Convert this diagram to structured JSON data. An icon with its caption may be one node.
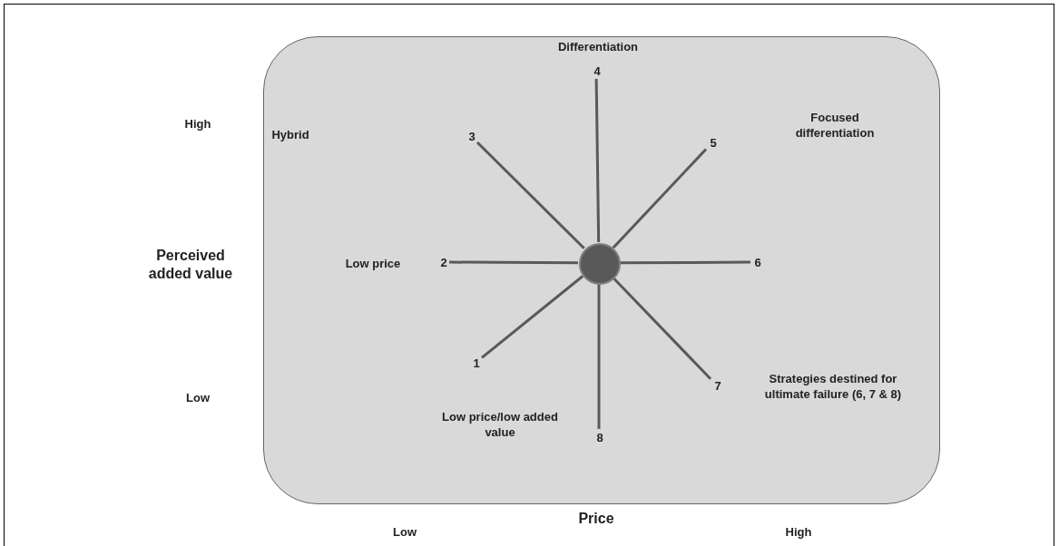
{
  "diagram": {
    "nodes": [
      {
        "text": [],
        "shape": "box"
      },
      {
        "text": [],
        "shape": "circle",
        "in": 0
      },
      {
        "text": [
          "1"
        ],
        "in": 0,
        "beside": [
          "Low price/low added value"
        ]
      },
      {
        "text": [
          "2"
        ],
        "in": 0,
        "beside": [
          "Low price"
        ]
      },
      {
        "text": [
          "3"
        ],
        "in": 0
      },
      {
        "text": [
          "4"
        ],
        "in": 0,
        "beside": [
          "Differentiation"
        ]
      },
      {
        "text": [
          "5"
        ],
        "in": 0
      },
      {
        "text": [
          "6"
        ],
        "in": 0
      },
      {
        "text": [
          "7"
        ],
        "in": 0
      },
      {
        "text": [
          "8"
        ],
        "in": 0
      }
    ],
    "edges": [
      {
        "from": 1,
        "to": 2,
        "arrow": "none"
      },
      {
        "from": 1,
        "to": 3,
        "arrow": "none"
      },
      {
        "from": 1,
        "to": 4,
        "arrow": "none"
      },
      {
        "from": 1,
        "to": 5,
        "arrow": "none"
      },
      {
        "from": 1,
        "to": 6,
        "arrow": "none"
      },
      {
        "from": 1,
        "to": 7,
        "arrow": "none"
      },
      {
        "from": 1,
        "to": 8,
        "arrow": "none"
      },
      {
        "from": 1,
        "to": 9,
        "arrow": "none"
      }
    ],
    "labels": [
      "High",
      "Hybrid",
      "Focused differentiation",
      "Perceived added value",
      "Strategies destined for ultimate failure (6, 7 & 8)",
      "Low",
      "Price",
      "Low",
      "High"
    ]
  }
}
